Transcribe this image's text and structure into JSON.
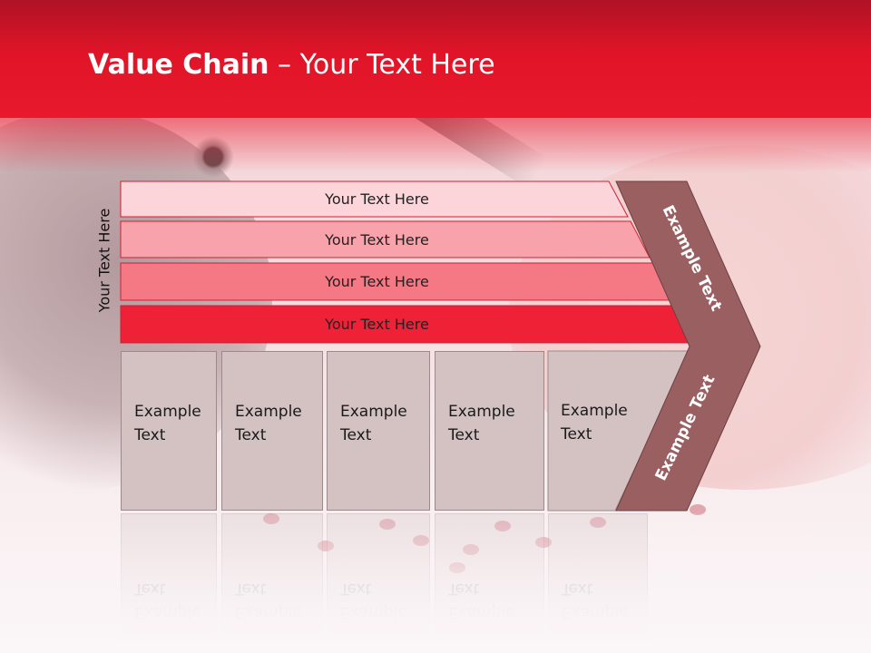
{
  "header": {
    "title_bold": "Value Chain",
    "title_rest": " – Your Text Here"
  },
  "side_label": "Your Text Here",
  "bars": [
    {
      "label": "Your Text Here",
      "color": "#fcd5da"
    },
    {
      "label": "Your Text Here",
      "color": "#f8a2ab"
    },
    {
      "label": "Your Text Here",
      "color": "#f47985"
    },
    {
      "label": "Your Text Here",
      "color": "#ee2137"
    }
  ],
  "boxes": [
    {
      "text": "Example\nText"
    },
    {
      "text": "Example\nText"
    },
    {
      "text": "Example\nText"
    },
    {
      "text": "Example\nText"
    },
    {
      "text": "Example\nText"
    }
  ],
  "chevron": {
    "top_text": "Example Text",
    "bottom_text": "Example Text",
    "color": "#9a5f61"
  }
}
